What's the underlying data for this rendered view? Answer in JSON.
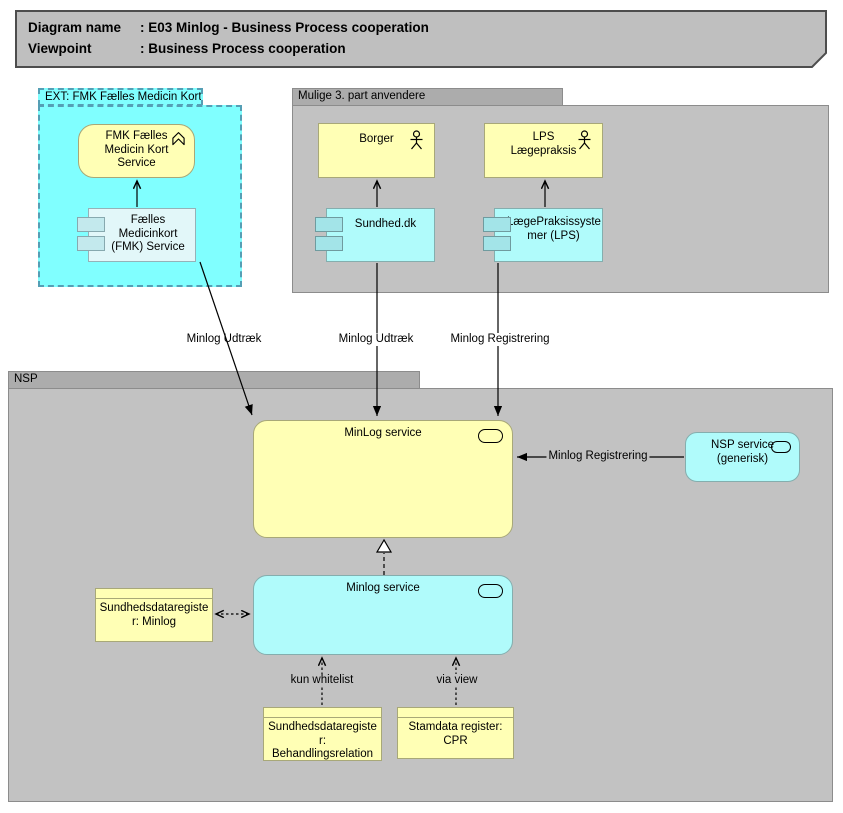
{
  "title_block": {
    "row1": {
      "label": "Diagram name",
      "value": ": E03 Minlog - Business Process cooperation"
    },
    "row2": {
      "label": "Viewpoint",
      "value": ": Business Process cooperation"
    }
  },
  "groups": {
    "ext": {
      "label": "EXT: FMK Fælles Medicin Kort"
    },
    "third_party": {
      "label": "Mulige 3. part anvendere"
    },
    "nsp": {
      "label": "NSP"
    }
  },
  "nodes": {
    "fmk_service": {
      "label": "FMK Fælles\nMedicin Kort\nService",
      "icon": "process-chevron-icon"
    },
    "fmk_component": {
      "label": "Fælles\nMedicinkort\n(FMK) Service",
      "icon": "component-tabs-icon"
    },
    "borger": {
      "label": "Borger",
      "icon": "actor-icon"
    },
    "lps_actor": {
      "label": "LPS\nLægepraksis",
      "icon": "actor-icon"
    },
    "sundhed_dk": {
      "label": "Sundhed.dk",
      "icon": "component-tabs-icon"
    },
    "lps_component": {
      "label": "LægePraksissyste\nmer (LPS)",
      "icon": "component-tabs-icon"
    },
    "minlog_service_main": {
      "label": "MinLog service",
      "icon": "service-pill-icon"
    },
    "nsp_service": {
      "label": "NSP service\n(generisk)",
      "icon": "service-pill-icon"
    },
    "minlog_service_inner": {
      "label": "Minlog service",
      "icon": "service-pill-icon"
    },
    "sdr_minlog": {
      "label": "Sundhedsdataregiste\nr: Minlog",
      "icon": "data-object-band"
    },
    "sdr_behandlingsrelation": {
      "label": "Sundhedsdataregiste\nr:\nBehandlingsrelation",
      "icon": "data-object-band"
    },
    "stamdata_cpr": {
      "label": "Stamdata register:\nCPR",
      "icon": "data-object-band"
    }
  },
  "edge_labels": {
    "fmk_udtraek": "Minlog Udtræk",
    "sundhed_udtraek": "Minlog Udtræk",
    "lps_registrering": "Minlog Registrering",
    "nsp_registrering": "Minlog Registrering",
    "kun_whitelist": "kun whitelist",
    "via_view": "via view"
  },
  "colors": {
    "title_fill": "#BFBFBF",
    "group_tab": "#ACACAC",
    "group_body": "#C2C2C2",
    "ext_group_fill": "#80FFFF",
    "ext_border": "#559FB5",
    "node_yellow": "#FFFFB5",
    "node_aqua": "#B0FBFB",
    "component_pale": "#E2F7F9",
    "line": "#000000"
  }
}
